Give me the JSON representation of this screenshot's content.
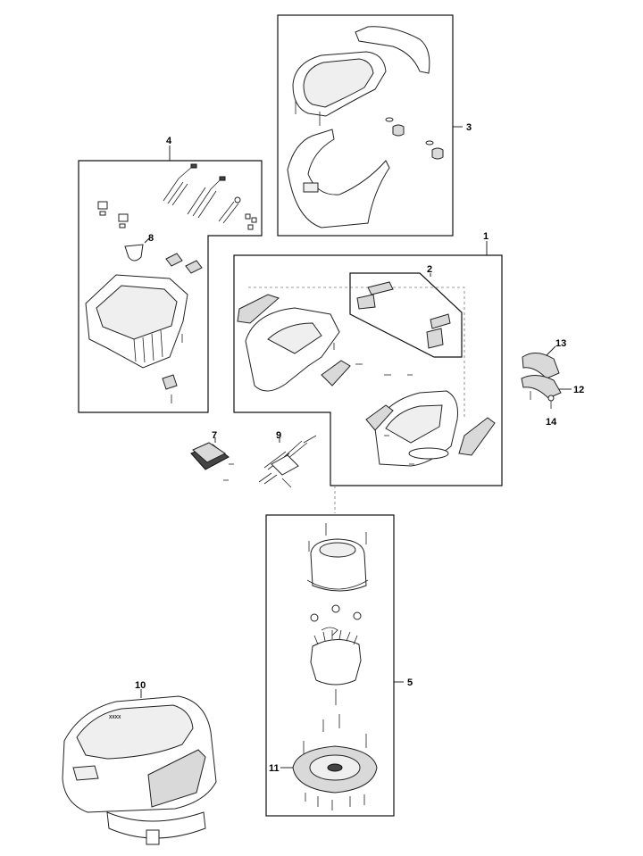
{
  "callouts": {
    "c1": "1",
    "c2": "2",
    "c3": "3",
    "c4": "4",
    "c5": "5",
    "c7": "7",
    "c8": "8",
    "c9": "9",
    "c10": "10",
    "c11": "11",
    "c12": "12",
    "c13": "13",
    "c14": "14"
  },
  "logo": {
    "text": "XXXX"
  }
}
